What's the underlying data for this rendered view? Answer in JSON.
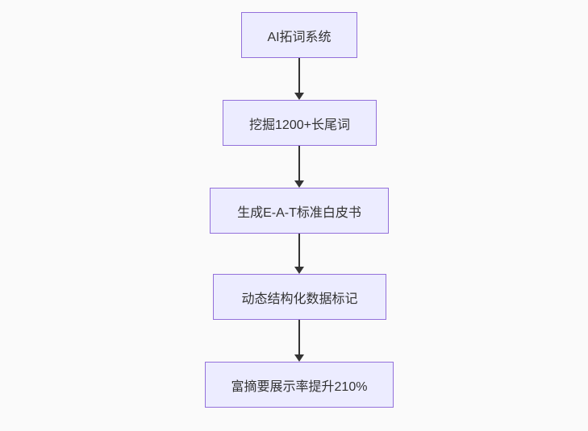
{
  "diagram": {
    "type": "flowchart",
    "direction": "top-down",
    "nodes": [
      {
        "id": "n0",
        "label": "AI拓词系统"
      },
      {
        "id": "n1",
        "label": "挖掘1200+长尾词"
      },
      {
        "id": "n2",
        "label": "生成E-A-T标准白皮书"
      },
      {
        "id": "n3",
        "label": "动态结构化数据标记"
      },
      {
        "id": "n4",
        "label": "富摘要展示率提升210%"
      }
    ],
    "edges": [
      {
        "from": "n0",
        "to": "n1",
        "arrow": "down"
      },
      {
        "from": "n1",
        "to": "n2",
        "arrow": "down"
      },
      {
        "from": "n2",
        "to": "n3",
        "arrow": "down"
      },
      {
        "from": "n3",
        "to": "n4",
        "arrow": "down"
      }
    ],
    "colors": {
      "node_fill": "#ECECFF",
      "node_border": "#9370DB",
      "text": "#333333",
      "arrow": "#333333",
      "background": "#fafafa"
    }
  }
}
